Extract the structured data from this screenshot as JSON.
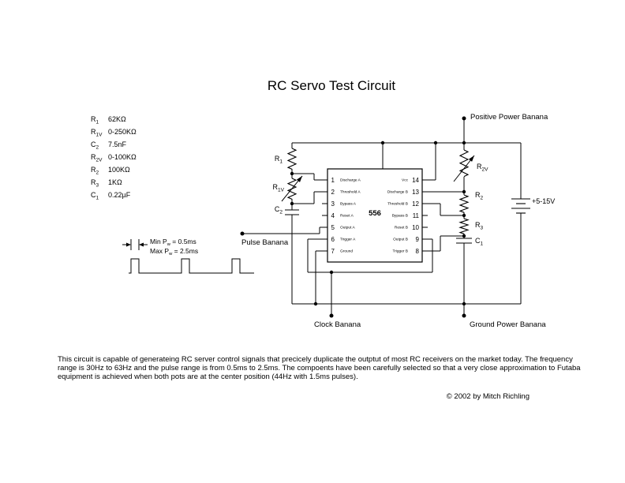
{
  "title": "RC Servo Test Circuit",
  "copyright": "© 2002 by Mitch Richling",
  "description": "This circuit is capable of generateing RC server control signals that precicely duplicate the outptut of most RC receivers on the market today.  The frequency range is 30Hz to 63Hz and the pulse range is from 0.5ms to 2.5ms.  The compoents have been carefully selected so that a very close approximation to Futaba equipment is achieved when both pots are at the center position (44Hz with 1.5ms pulses).",
  "parts": [
    {
      "ref": "R",
      "sub": "1",
      "value": "62KΩ"
    },
    {
      "ref": "R",
      "sub": "1V",
      "value": "0-250KΩ"
    },
    {
      "ref": "C",
      "sub": "2",
      "value": "7.5nF"
    },
    {
      "ref": "R",
      "sub": "2V",
      "value": "0-100KΩ"
    },
    {
      "ref": "R",
      "sub": "2",
      "value": "100KΩ"
    },
    {
      "ref": "R",
      "sub": "3",
      "value": "1KΩ"
    },
    {
      "ref": "C",
      "sub": "1",
      "value": "0.22µF"
    }
  ],
  "ic": {
    "part_number": "556",
    "left_pins": [
      {
        "num": "1",
        "name": "Discharge A"
      },
      {
        "num": "2",
        "name": "Threshold A"
      },
      {
        "num": "3",
        "name": "Bypass A"
      },
      {
        "num": "4",
        "name": "Reset A"
      },
      {
        "num": "5",
        "name": "Output A"
      },
      {
        "num": "6",
        "name": "Trigger A"
      },
      {
        "num": "7",
        "name": "Ground"
      }
    ],
    "right_pins": [
      {
        "num": "14",
        "name": "Vcc"
      },
      {
        "num": "13",
        "name": "Discharge B"
      },
      {
        "num": "12",
        "name": "Threshold B"
      },
      {
        "num": "11",
        "name": "Bypass B"
      },
      {
        "num": "10",
        "name": "Reset B"
      },
      {
        "num": "9",
        "name": "Output B"
      },
      {
        "num": "8",
        "name": "Trigger B"
      }
    ]
  },
  "labels": {
    "positive_banana": "Positive Power Banana",
    "pulse_banana": "Pulse Banana",
    "clock_banana": "Clock Banana",
    "ground_banana": "Ground Power Banana",
    "battery": "+5-15V"
  },
  "waveform": {
    "min": {
      "pre": "Min P",
      "sub": "w",
      "post": " = 0.5ms"
    },
    "max": {
      "pre": "Max P",
      "sub": "w",
      "post": " = 2.5ms"
    }
  },
  "colors": {
    "ink": "#000000",
    "background": "#ffffff"
  }
}
